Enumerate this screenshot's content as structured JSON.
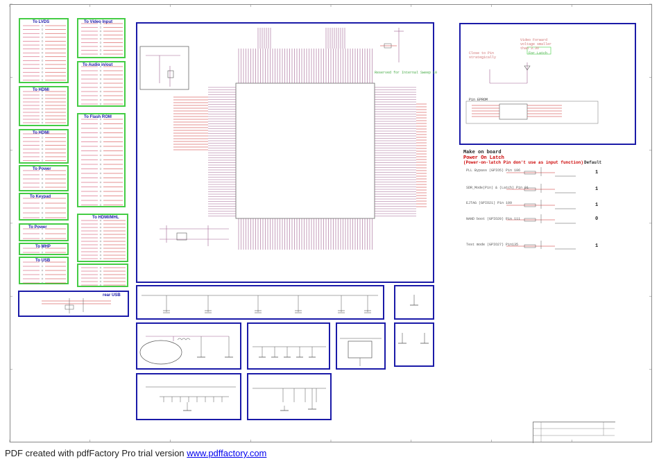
{
  "left_panels": [
    {
      "title": "To LVDS"
    },
    {
      "title": "To Video Input"
    },
    {
      "title": "To Audio in/out"
    },
    {
      "title": "To HDMI"
    },
    {
      "title": "To Flash ROM"
    },
    {
      "title": "To HDMI"
    },
    {
      "title": "To Power"
    },
    {
      "title": "To Keypad"
    },
    {
      "title": "To HDMI/MHL"
    },
    {
      "title": "To Power"
    },
    {
      "title": "To MHP"
    },
    {
      "title": "To USB"
    }
  ],
  "rear_usb_title": "rear USB",
  "chip_note": "Reserved for Internal Sweep 10",
  "right_top": {
    "notes": [
      "Video Forward",
      "voltage smaller",
      "than 3.3V",
      "Close to Pin",
      "strategically",
      "For Latch",
      "Pin EPROM"
    ]
  },
  "option_panel": {
    "heading": "Make on board",
    "subheading": "Power On Latch",
    "note": "(Power-on-latch Pin don't use as input function)",
    "default_label": "Default",
    "rows": [
      {
        "label": "PLL Bypass (GPIO5) Pin 106",
        "value": "1"
      },
      {
        "label": "SDR_Mode(Pin) & (Latch) Pin 91",
        "value": "1"
      },
      {
        "label": "EJTAG (GPIO21) Pin 109",
        "value": "1"
      },
      {
        "label": "NAND boot (GPIO20) Pin 111",
        "value": "0"
      },
      {
        "label": "Test mode (GPIO27) Pin135",
        "value": "1"
      }
    ]
  },
  "footer": {
    "text": "PDF created with pdfFactory Pro trial version ",
    "link": "www.pdffactory.com"
  },
  "colors": {
    "group_border": "#44cc44",
    "block_border": "#1a1aa8",
    "net_label": "#cc2222",
    "wire": "#a06090"
  }
}
